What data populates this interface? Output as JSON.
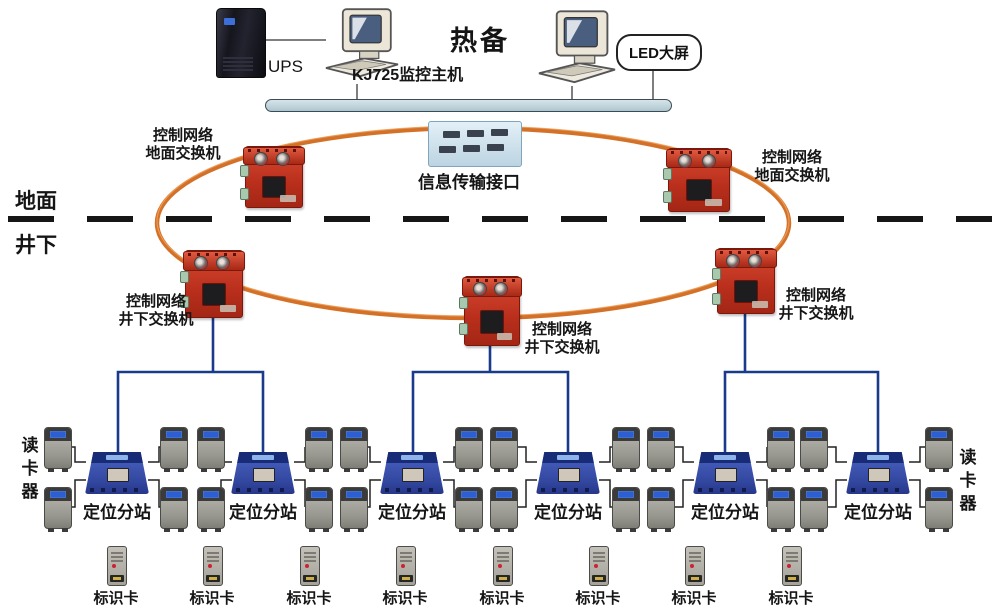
{
  "top": {
    "ups_label": "UPS",
    "host_label": "KJ725监控主机",
    "hot_standby_label": "热备",
    "led_label": "LED大屏"
  },
  "ring": {
    "interface_label": "信息传输接口",
    "ground_switch_line1": "控制网络",
    "ground_switch_line2": "地面交换机",
    "under_switch_line1": "控制网络",
    "under_switch_line2": "井下交换机",
    "ground_switch_count": 2,
    "under_switch_count": 3
  },
  "divider": {
    "surface_label": "地面",
    "underground_label": "井下"
  },
  "field": {
    "substation_label": "定位分站",
    "substation_count": 6,
    "reader_label": "读卡器",
    "reader_device_count": 24,
    "card_label": "标识卡",
    "card_count": 8
  },
  "colors": {
    "ring_orange": "#d2691e",
    "network_line_blue": "#1a3a8c",
    "switch_red": "#c03020",
    "substation_blue": "#3b55b5",
    "bus_fill": "#bccfd8"
  }
}
